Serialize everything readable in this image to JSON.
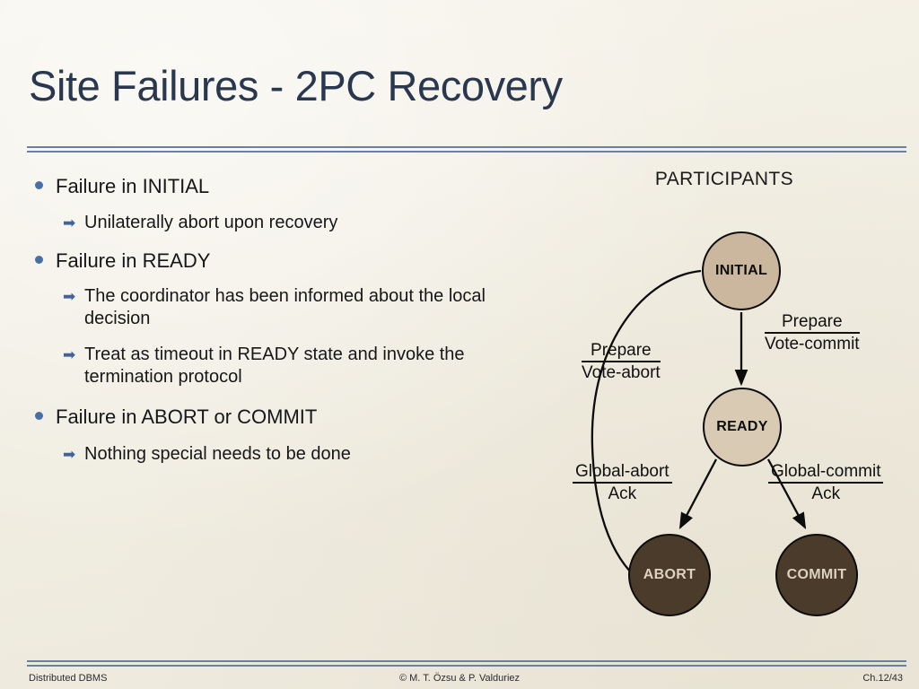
{
  "slide": {
    "title": "Site Failures - 2PC Recovery",
    "accent_color": "#6b80a4",
    "title_color": "#29374f",
    "background_color": "#f2efe5"
  },
  "bullets": [
    {
      "level": 1,
      "text": "Failure in INITIAL",
      "children": [
        {
          "level": 2,
          "text": "Unilaterally abort upon recovery"
        }
      ]
    },
    {
      "level": 1,
      "text": "Failure in READY",
      "children": [
        {
          "level": 2,
          "text": "The coordinator has been informed about the local decision"
        },
        {
          "level": 2,
          "text": "Treat as timeout in READY state and invoke the termination protocol"
        }
      ]
    },
    {
      "level": 1,
      "text": "Failure in ABORT or COMMIT",
      "children": [
        {
          "level": 2,
          "text": "Nothing special needs to be done"
        }
      ]
    }
  ],
  "bullet_flat": {
    "b1": "Failure in INITIAL",
    "s1": "Unilaterally abort upon recovery",
    "b2": "Failure in READY",
    "s2": "The coordinator has been informed about the local decision",
    "s3": "Treat as timeout in READY state and invoke the termination protocol",
    "b3": "Failure in ABORT or COMMIT",
    "s4": "Nothing special needs to be done"
  },
  "icons": {
    "bullet_dot": "bullet-dot-icon",
    "sub_arrow": "➡",
    "sub_arrow_color": "#41639b"
  },
  "diagram": {
    "heading": "PARTICIPANTS",
    "nodes": [
      {
        "id": "initial",
        "label": "INITIAL",
        "fill": "#cbb79d",
        "text_color": "#0d0d0d"
      },
      {
        "id": "ready",
        "label": "READY",
        "fill": "#d9cab4",
        "text_color": "#0d0d0d"
      },
      {
        "id": "abort",
        "label": "ABORT",
        "fill": "#4a3b2a",
        "text_color": "#ddd2bd"
      },
      {
        "id": "commit",
        "label": "COMMIT",
        "fill": "#4a3b2a",
        "text_color": "#ddd2bd"
      }
    ],
    "edges": [
      {
        "from": "initial",
        "to": "ready",
        "received": "Prepare",
        "sent": "Vote-commit"
      },
      {
        "from": "initial",
        "to": "abort",
        "received": "Prepare",
        "sent": "Vote-abort"
      },
      {
        "from": "ready",
        "to": "abort",
        "received": "Global-abort",
        "sent": "Ack"
      },
      {
        "from": "ready",
        "to": "commit",
        "received": "Global-commit",
        "sent": "Ack"
      }
    ]
  },
  "footer": {
    "left": "Distributed DBMS",
    "center": "© M. T. Özsu & P. Valduriez",
    "right": "Ch.12/43"
  }
}
